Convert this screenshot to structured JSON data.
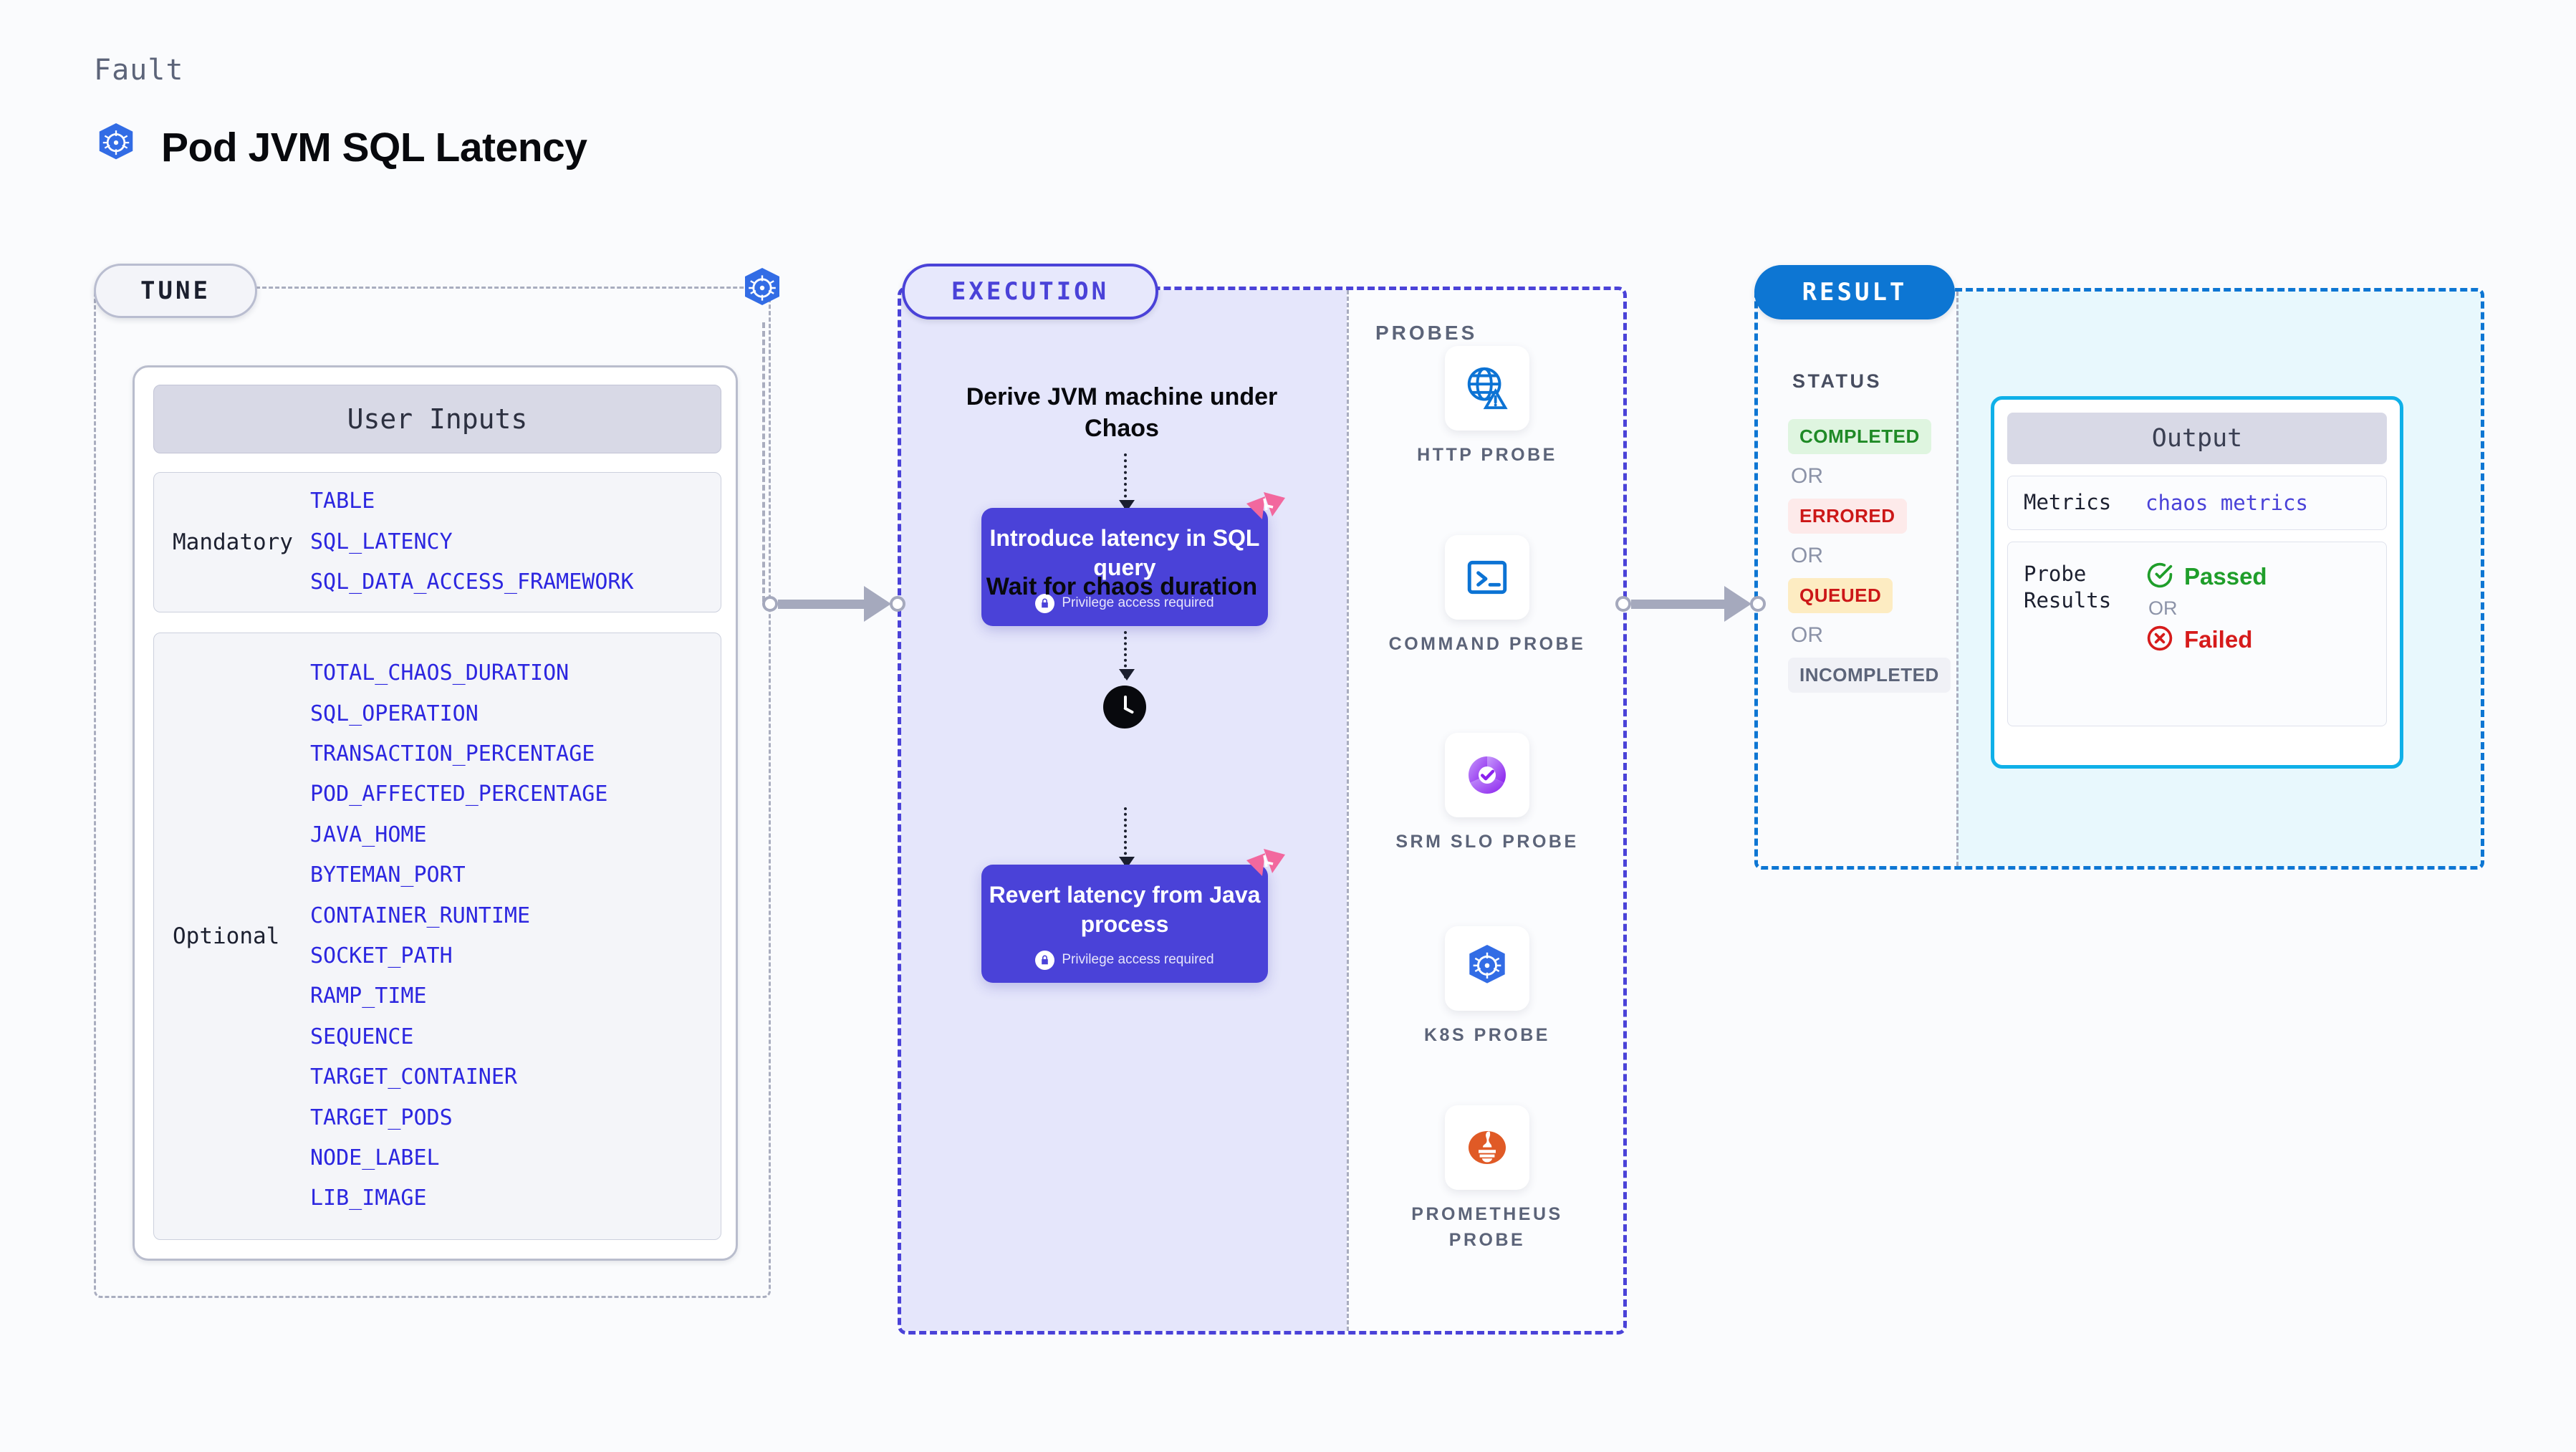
{
  "header": {
    "eyebrow": "Fault",
    "title": "Pod JVM SQL Latency",
    "icon": "kubernetes-icon"
  },
  "tune": {
    "tag": "TUNE",
    "card_title": "User Inputs",
    "groups": [
      {
        "label": "Mandatory",
        "params": [
          "TABLE",
          "SQL_LATENCY",
          "SQL_DATA_ACCESS_FRAMEWORK"
        ]
      },
      {
        "label": "Optional",
        "params": [
          "TOTAL_CHAOS_DURATION",
          "SQL_OPERATION",
          "TRANSACTION_PERCENTAGE",
          "POD_AFFECTED_PERCENTAGE",
          "JAVA_HOME",
          "BYTEMAN_PORT",
          "CONTAINER_RUNTIME",
          "SOCKET_PATH",
          "RAMP_TIME",
          "SEQUENCE",
          "TARGET_CONTAINER",
          "TARGET_PODS",
          "NODE_LABEL",
          "LIB_IMAGE"
        ]
      }
    ]
  },
  "execution": {
    "tag": "EXECUTION",
    "steps": {
      "derive": "Derive JVM machine under Chaos",
      "introduce": "Introduce latency in SQL query",
      "wait": "Wait for chaos duration",
      "revert": "Revert latency from Java process"
    },
    "privilege_note": "Privilege access required",
    "probes_label": "PROBES",
    "probes": [
      {
        "name": "HTTP PROBE",
        "icon": "globe-warning-icon"
      },
      {
        "name": "COMMAND PROBE",
        "icon": "terminal-icon"
      },
      {
        "name": "SRM SLO PROBE",
        "icon": "srm-slo-icon"
      },
      {
        "name": "K8S PROBE",
        "icon": "kubernetes-icon"
      },
      {
        "name": "PROMETHEUS PROBE",
        "icon": "prometheus-icon"
      }
    ]
  },
  "result": {
    "tag": "RESULT",
    "status_label": "STATUS",
    "or": "OR",
    "statuses": [
      {
        "label": "COMPLETED",
        "color": "#1f8a26",
        "bg": "#dff5e0"
      },
      {
        "label": "ERRORED",
        "color": "#cc1717",
        "bg": "#fdeaea"
      },
      {
        "label": "QUEUED",
        "color": "#cc1717",
        "bg": "#fdecc2"
      },
      {
        "label": "INCOMPLETED",
        "color": "#5c6479",
        "bg": "#f0f1f6"
      }
    ],
    "output": {
      "title": "Output",
      "metrics_key": "Metrics",
      "metrics_value": "chaos metrics",
      "probe_results_key": "Probe Results",
      "passed": "Passed",
      "failed": "Failed",
      "or": "OR",
      "passed_color": "#1f9e2a",
      "failed_color": "#d61b1b"
    }
  },
  "colors": {
    "accent_purple": "#4a42d8",
    "accent_blue": "#0d76d3",
    "k8s_blue": "#326ce5",
    "harness_pink": "#f2689e",
    "param_link": "#2c26e0"
  }
}
